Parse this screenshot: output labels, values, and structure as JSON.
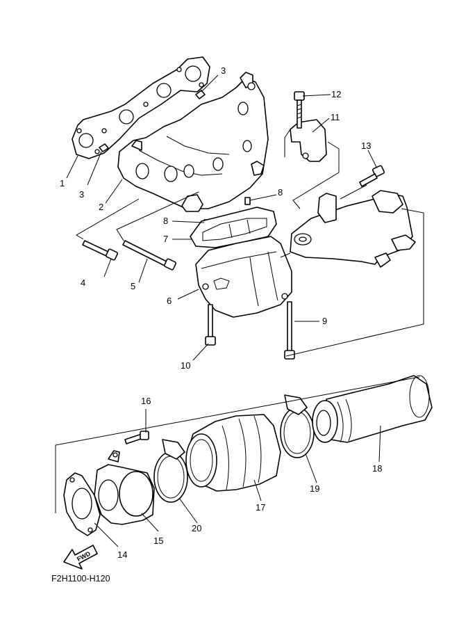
{
  "diagram": {
    "drawing_code": "F2H1100-H120",
    "direction_label": "FWD",
    "callouts": {
      "c1": "1",
      "c2": "2",
      "c3a": "3",
      "c3b": "3",
      "c4": "4",
      "c5": "5",
      "c6": "6",
      "c7": "7",
      "c8a": "8",
      "c8b": "8",
      "c9": "9",
      "c10": "10",
      "c11": "11",
      "c12": "12",
      "c13": "13",
      "c14": "14",
      "c15": "15",
      "c16": "16",
      "c17": "17",
      "c18": "18",
      "c19": "19",
      "c20": "20"
    }
  }
}
